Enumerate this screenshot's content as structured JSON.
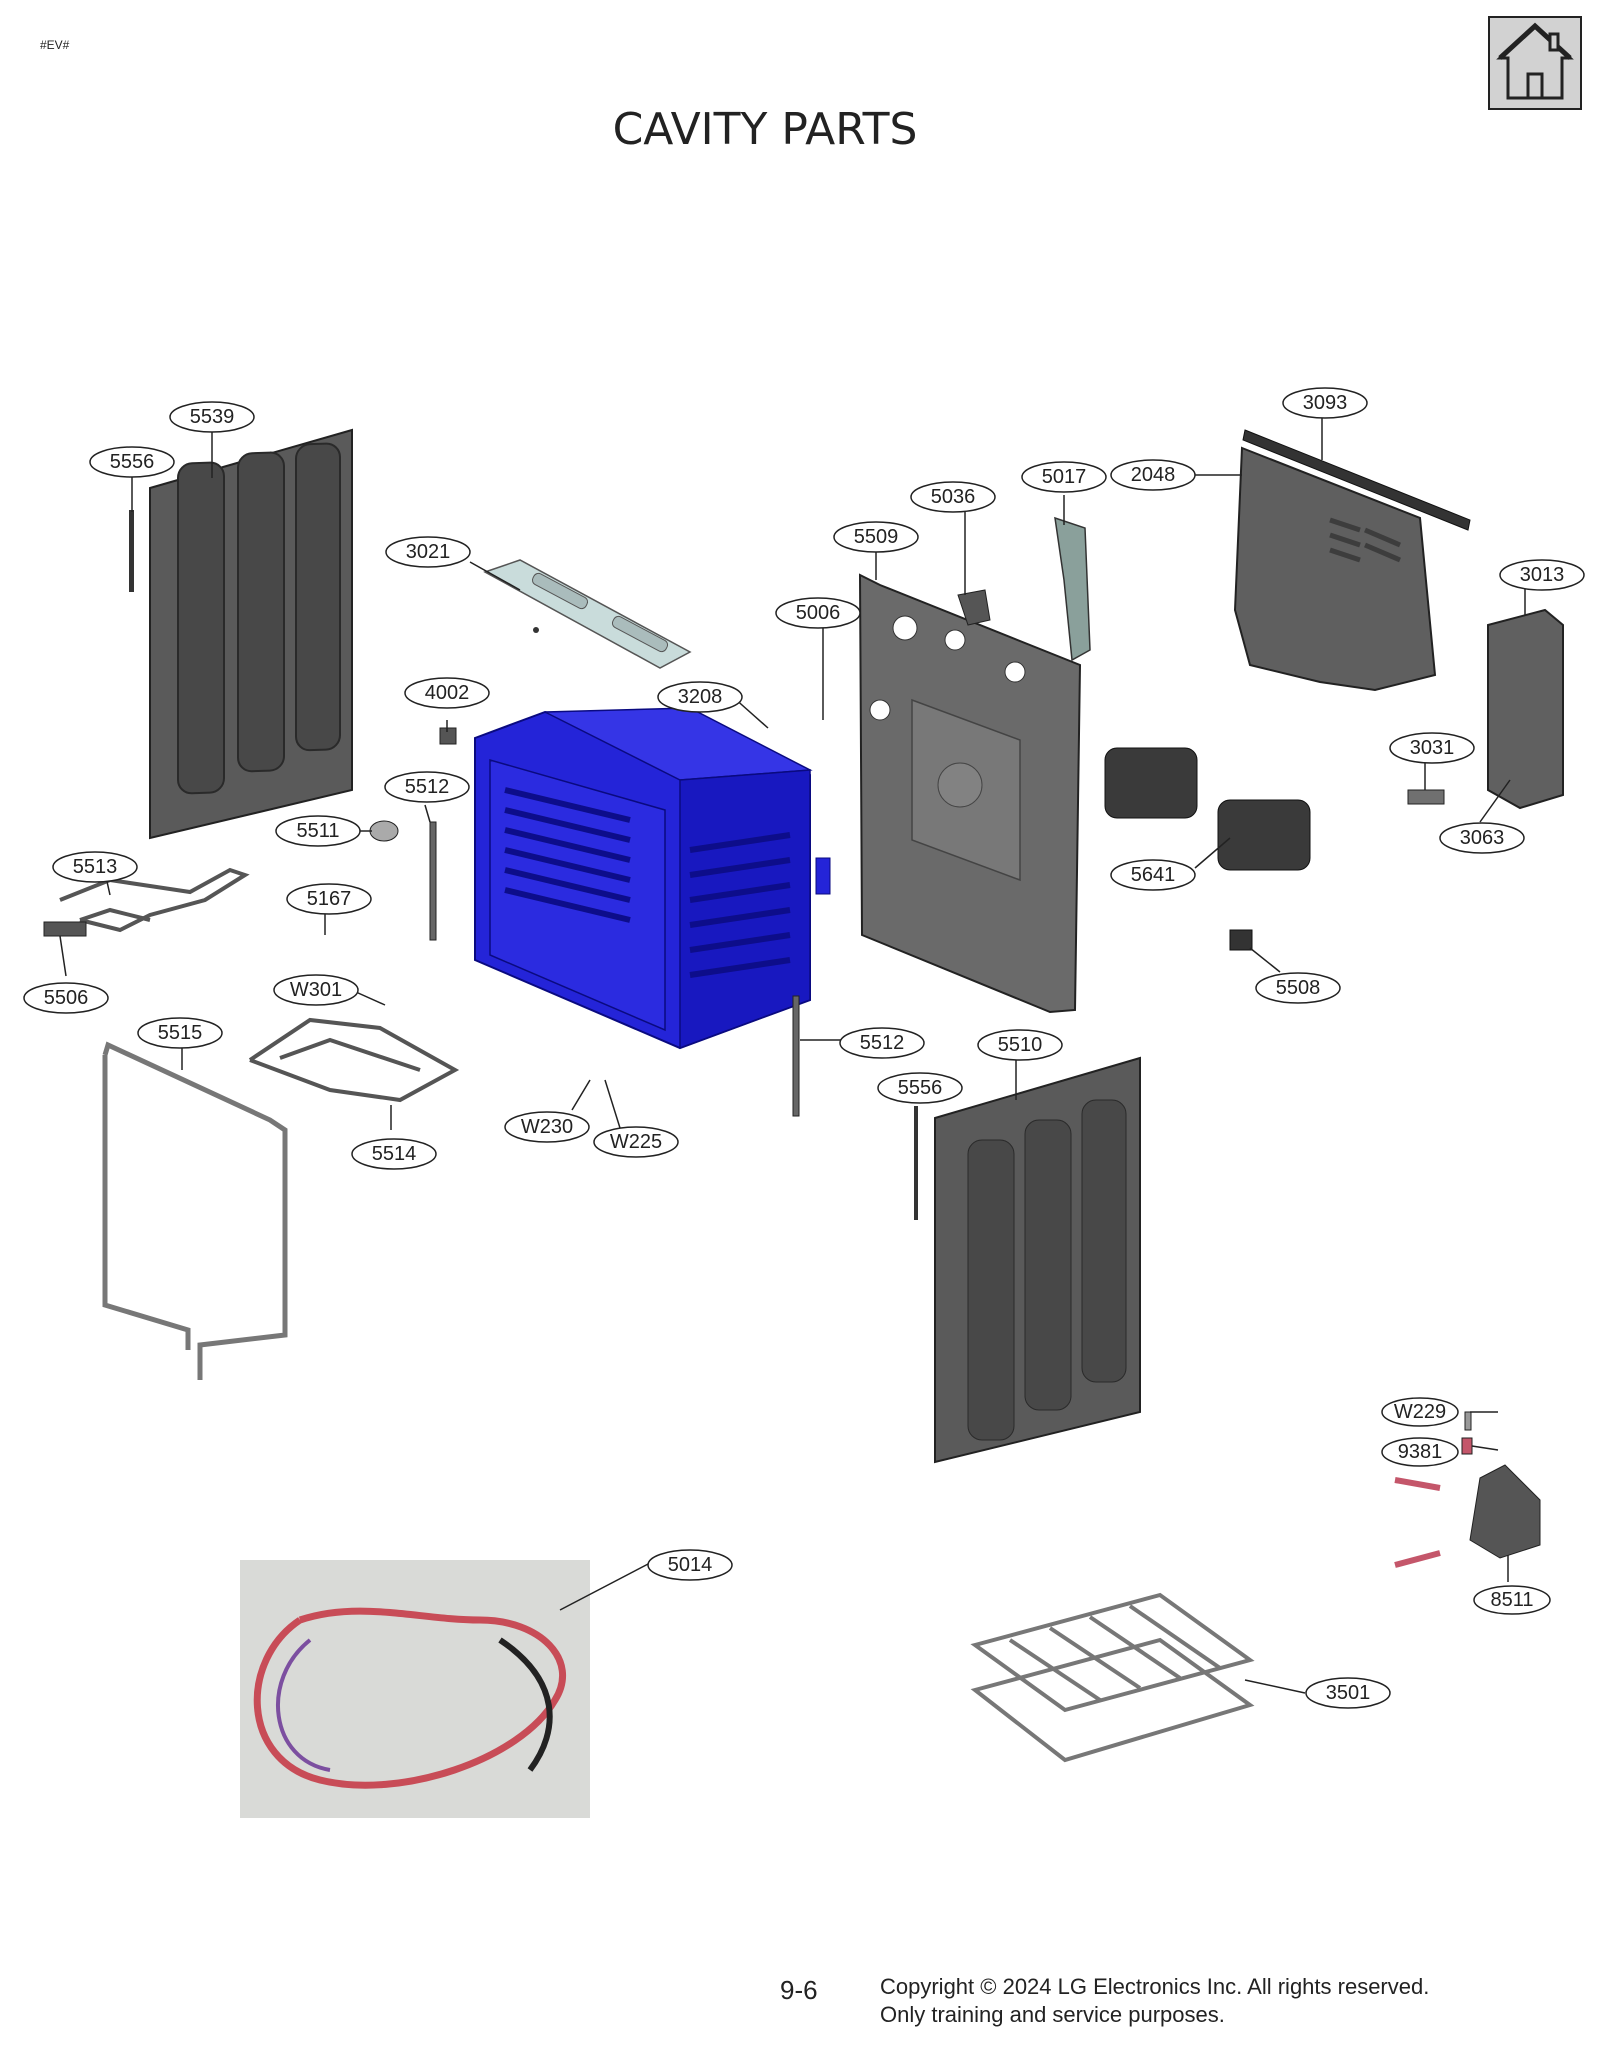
{
  "header": {
    "tag": "#EV#",
    "title": "CAVITY PARTS",
    "home_label": "home-button"
  },
  "callouts": {
    "c5539": "5539",
    "c5556a": "5556",
    "c3021": "3021",
    "c4002": "4002",
    "c3208": "3208",
    "c5006": "5006",
    "c5509": "5509",
    "c5036": "5036",
    "c5017": "5017",
    "c2048": "2048",
    "c3093": "3093",
    "c3013": "3013",
    "c3031": "3031",
    "c3063": "3063",
    "c5641": "5641",
    "c5508": "5508",
    "c5512a": "5512",
    "c5511": "5511",
    "c5513": "5513",
    "c5167": "5167",
    "c5506": "5506",
    "cW301": "W301",
    "c5515": "5515",
    "c5514": "5514",
    "cW230": "W230",
    "cW225": "W225",
    "c5512b": "5512",
    "c5510": "5510",
    "c5556b": "5556",
    "cW229": "W229",
    "c9381": "9381",
    "c8511": "8511",
    "c5014": "5014",
    "c3501": "3501"
  },
  "footer": {
    "page": "9-6",
    "copyright_line1": "Copyright © 2024 LG Electronics Inc. All rights reserved.",
    "copyright_line2": "Only training and service purposes."
  },
  "colors": {
    "cavity_blue": "#1f1fd6",
    "panel_gray": "#5a5a5a",
    "panel_dark": "#3a3a3a",
    "line": "#222222"
  }
}
